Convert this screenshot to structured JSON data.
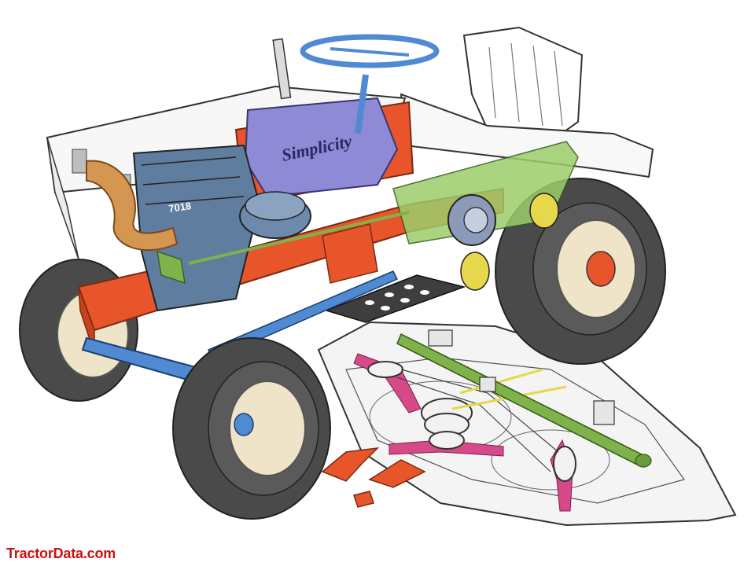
{
  "illustration": {
    "brand_decal": "Simplicity",
    "engine_label": "7018",
    "colors": {
      "frame": "#e8552b",
      "tank": "#8e8ad6",
      "engine": "#5f7d9e",
      "axle": "#4f8ad2",
      "drive": "#7fb24a",
      "pulley": "#e6d84a",
      "blade": "#d64a8a",
      "tire": "#4a4a4a",
      "exhaust": "#d49650",
      "outline": "#333333"
    }
  },
  "watermark": {
    "text": "TractorData.com",
    "color": "#cc1111"
  }
}
